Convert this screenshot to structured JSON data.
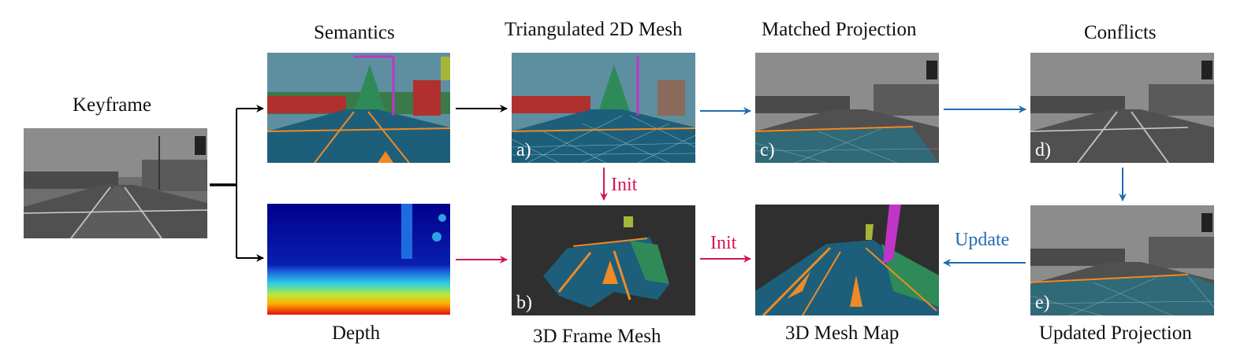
{
  "labels": {
    "keyframe": "Keyframe",
    "semantics": "Semantics",
    "depth": "Depth",
    "triangulated": "Triangulated 2D Mesh",
    "frame_mesh": "3D Frame Mesh",
    "matched": "Matched Projection",
    "mesh_map": "3D Mesh Map",
    "conflicts": "Conflicts",
    "updated": "Updated Projection"
  },
  "tags": {
    "a": "a)",
    "b": "b)",
    "c": "c)",
    "d": "d)",
    "e": "e)"
  },
  "arrow_labels": {
    "init_down": "Init",
    "init_right": "Init",
    "update": "Update"
  },
  "colors": {
    "black_arrow": "#000000",
    "blue_arrow": "#1f6db0",
    "pink_arrow": "#d4145a",
    "road_blue": "#1d5f7a",
    "lane_orange": "#f08a24",
    "vegetation": "#2e8b57",
    "sky": "#5d8fa1",
    "building": "#b0302e",
    "mesh_bg": "#2f2f2f",
    "pole_magenta": "#c034c8"
  },
  "icons": {
    "panel_image": "street-scene-image"
  }
}
